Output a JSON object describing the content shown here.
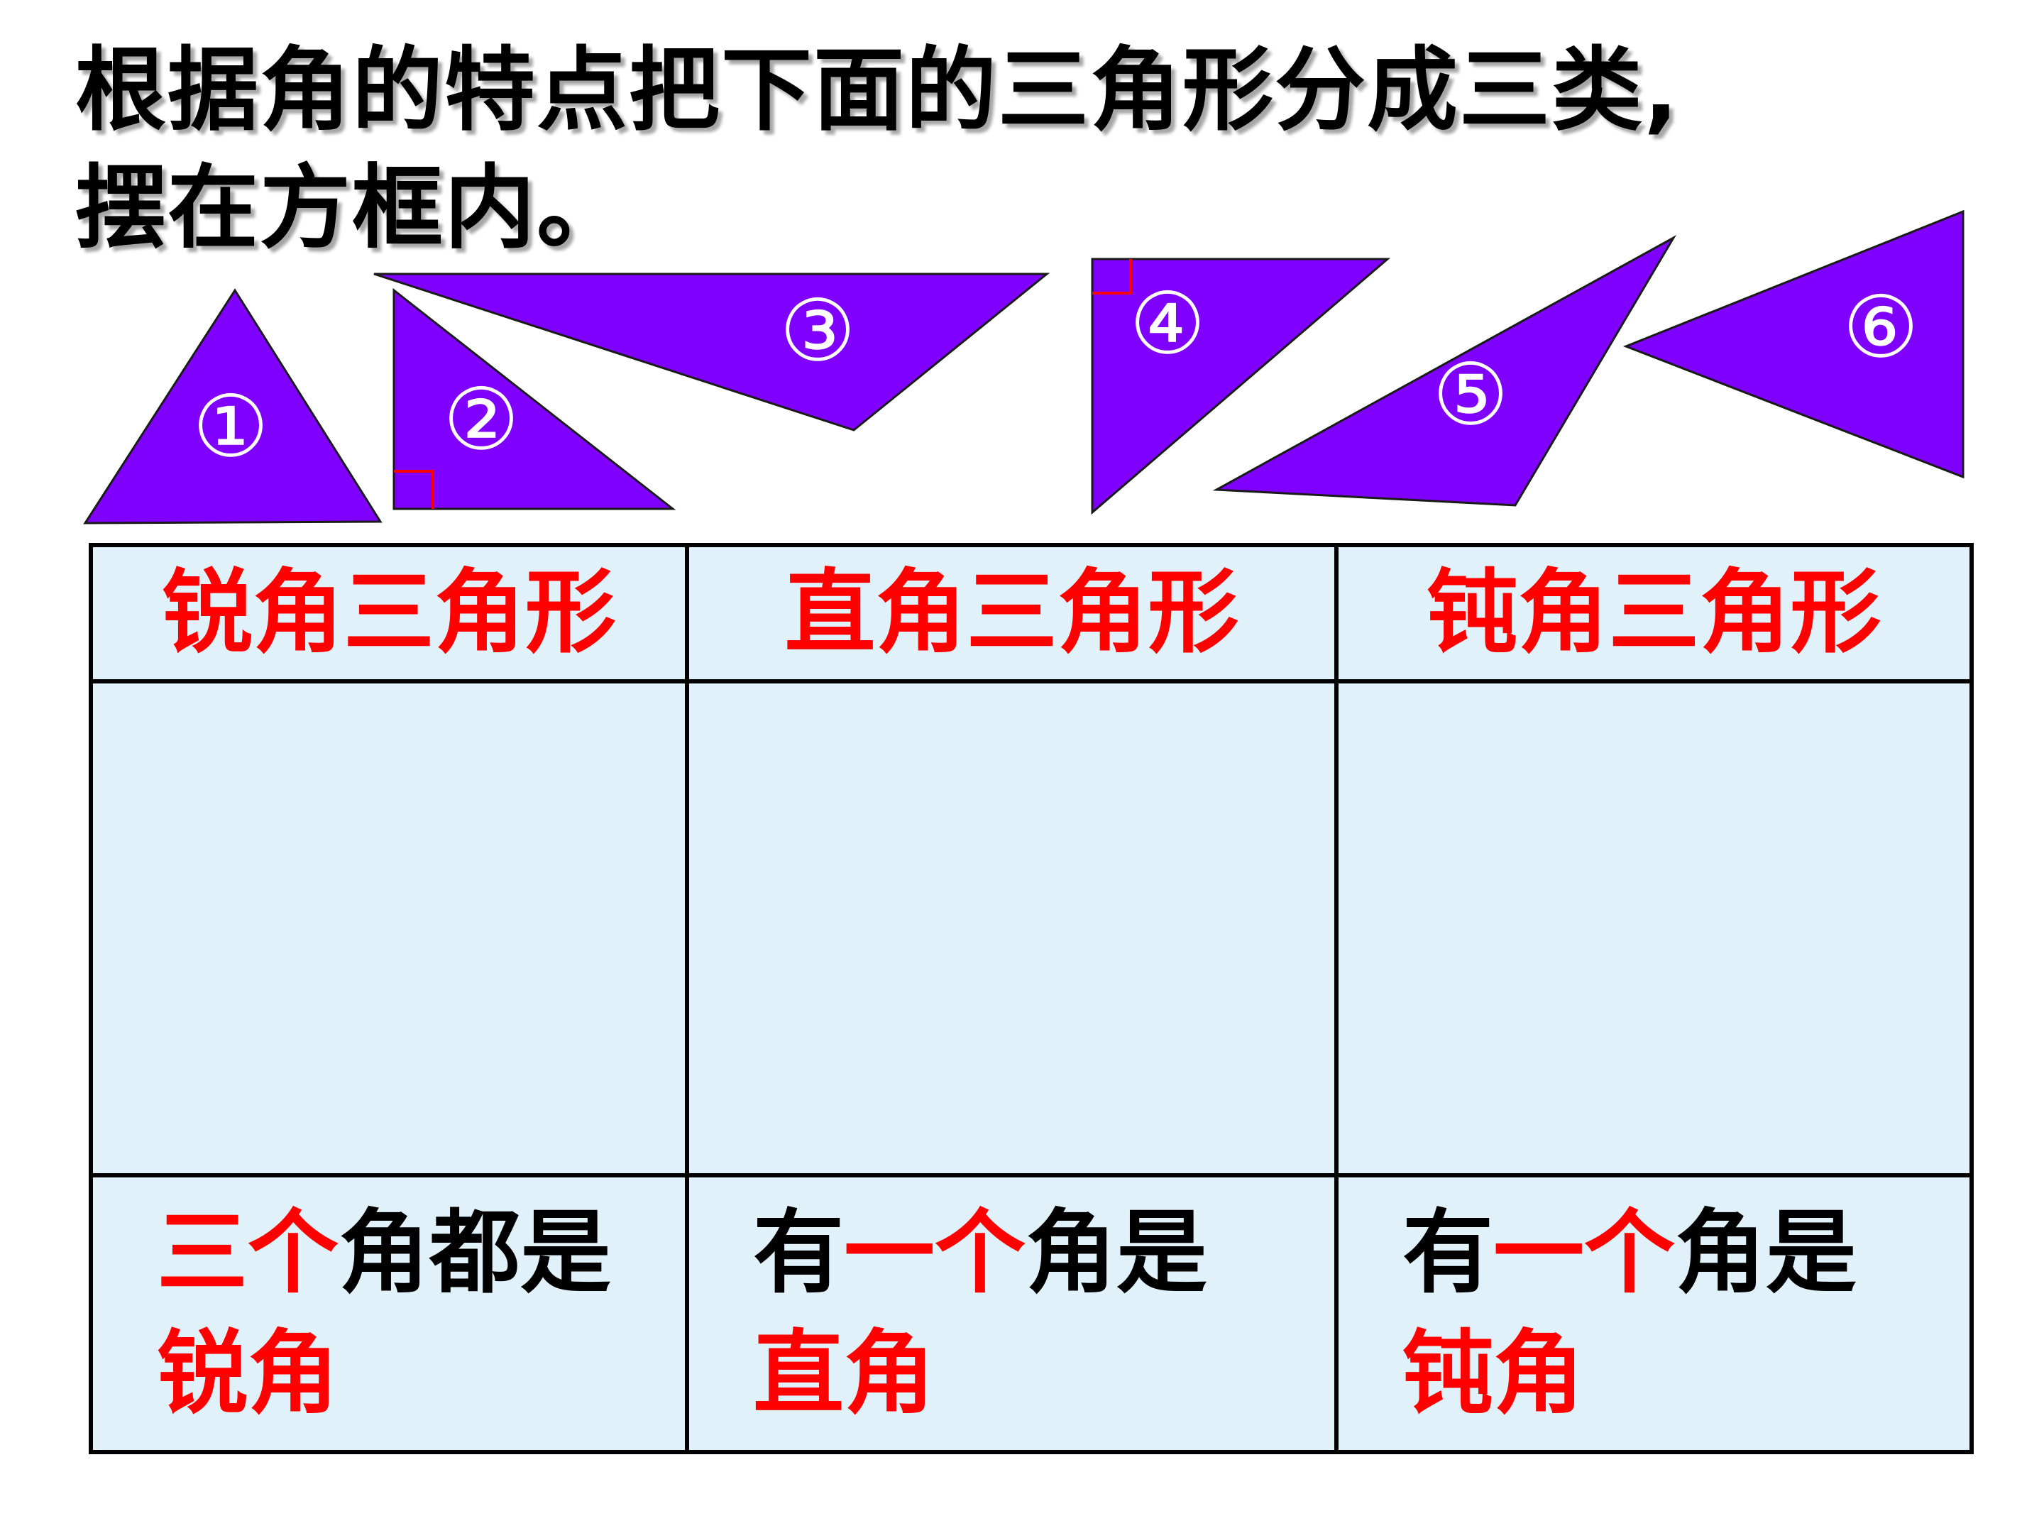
{
  "title": {
    "line1": "根据角的特点把下面的三角形分成三类,",
    "line2": "摆在方框内。"
  },
  "triangles": [
    {
      "label": "①",
      "kind": "acute"
    },
    {
      "label": "②",
      "kind": "right"
    },
    {
      "label": "③",
      "kind": "obtuse"
    },
    {
      "label": "④",
      "kind": "right"
    },
    {
      "label": "⑤",
      "kind": "obtuse"
    },
    {
      "label": "⑥",
      "kind": "acute"
    }
  ],
  "colors": {
    "triangle_fill": "#8000ff",
    "right_angle_mark": "#ff0000",
    "table_background": "#e1f1f9",
    "highlight_text": "#ff0000"
  },
  "table": {
    "headers": [
      "锐角三角形",
      "直角三角形",
      "钝角三角形"
    ],
    "descriptions": [
      {
        "red1": "三个",
        "black1": "角都是",
        "red2": "锐角"
      },
      {
        "black0": "有",
        "red1": "一个",
        "black1": "角是",
        "red2": "直角"
      },
      {
        "black0": "有",
        "red1": "一个",
        "black1": "角是",
        "red2": "钝角"
      }
    ]
  }
}
